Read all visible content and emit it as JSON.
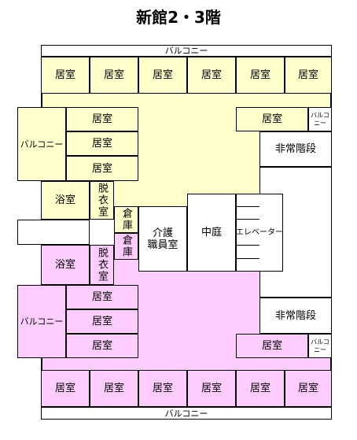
{
  "title": "新館2・3階",
  "colors": {
    "upper_zone": "#FFFFCC",
    "lower_zone": "#FFCCFF",
    "unzoned": "#FFFFFF"
  },
  "balcony_top": "バルコニー",
  "rooms_top": [
    "居室",
    "居室",
    "居室",
    "居室",
    "居室",
    "居室"
  ],
  "left_upper": {
    "balcony": "バルコニー",
    "rooms": [
      "居室",
      "居室",
      "居室"
    ],
    "bath": "浴室",
    "dressing": "脱衣室",
    "storage": "倉庫"
  },
  "left_lower": {
    "balcony": "バルコニー",
    "rooms": [
      "居室",
      "居室",
      "居室"
    ],
    "bath": "浴室",
    "dressing": "脱衣室",
    "storage": "倉庫"
  },
  "center": {
    "staff_room_lines": [
      "介護",
      "職員室"
    ],
    "courtyard": "中庭",
    "elevator": "エレベーター"
  },
  "right_upper": {
    "room": "居室",
    "balcony_lines": [
      "バルコ",
      "ニー"
    ],
    "stairs": "非常階段"
  },
  "right_lower": {
    "room": "居室",
    "balcony_lines": [
      "バルコ",
      "ニー"
    ],
    "stairs": "非常階段"
  },
  "rooms_bottom": [
    "居室",
    "居室",
    "居室",
    "居室",
    "居室",
    "居室"
  ],
  "balcony_bottom": "バルコニー"
}
